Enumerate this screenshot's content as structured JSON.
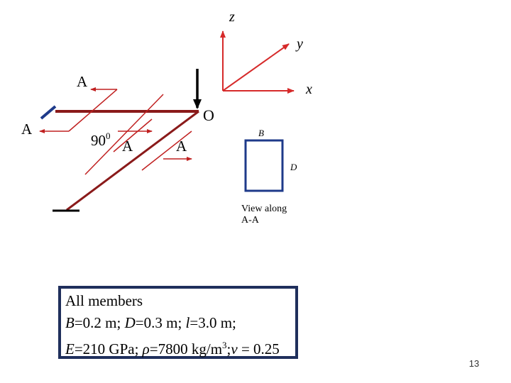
{
  "axes": {
    "z": "z",
    "y": "y",
    "x": "x"
  },
  "frame": {
    "origin_label": "O",
    "section_labels": [
      "A",
      "A",
      "A",
      "A"
    ],
    "angle_label": {
      "value": "90",
      "superscript": "0"
    }
  },
  "section_view": {
    "width_label": "B",
    "depth_label": "D",
    "caption_line1": "View along",
    "caption_line2": "A-A"
  },
  "properties": {
    "heading": "All members",
    "line2": {
      "B_symbol": "B",
      "B_value": "=0.2 m; ",
      "D_symbol": "D",
      "D_value": "=0.3 m; ",
      "l_symbol": "l",
      "l_value": "=3.0 m;"
    },
    "line3": {
      "E_symbol": "E",
      "E_value": "=210 GPa; ",
      "rho_symbol": "ρ",
      "rho_value": "=7800 kg/m",
      "rho_exp": "3",
      "rho_sep": ";",
      "nu_symbol": "ν",
      "nu_value": " = 0.25"
    }
  },
  "colors": {
    "axis": "#d62a2a",
    "member": "#8a1a1a",
    "cut": "#c02020",
    "section": "#1e3a8a",
    "box_border": "#1f2f5c"
  },
  "slide_number": "13"
}
